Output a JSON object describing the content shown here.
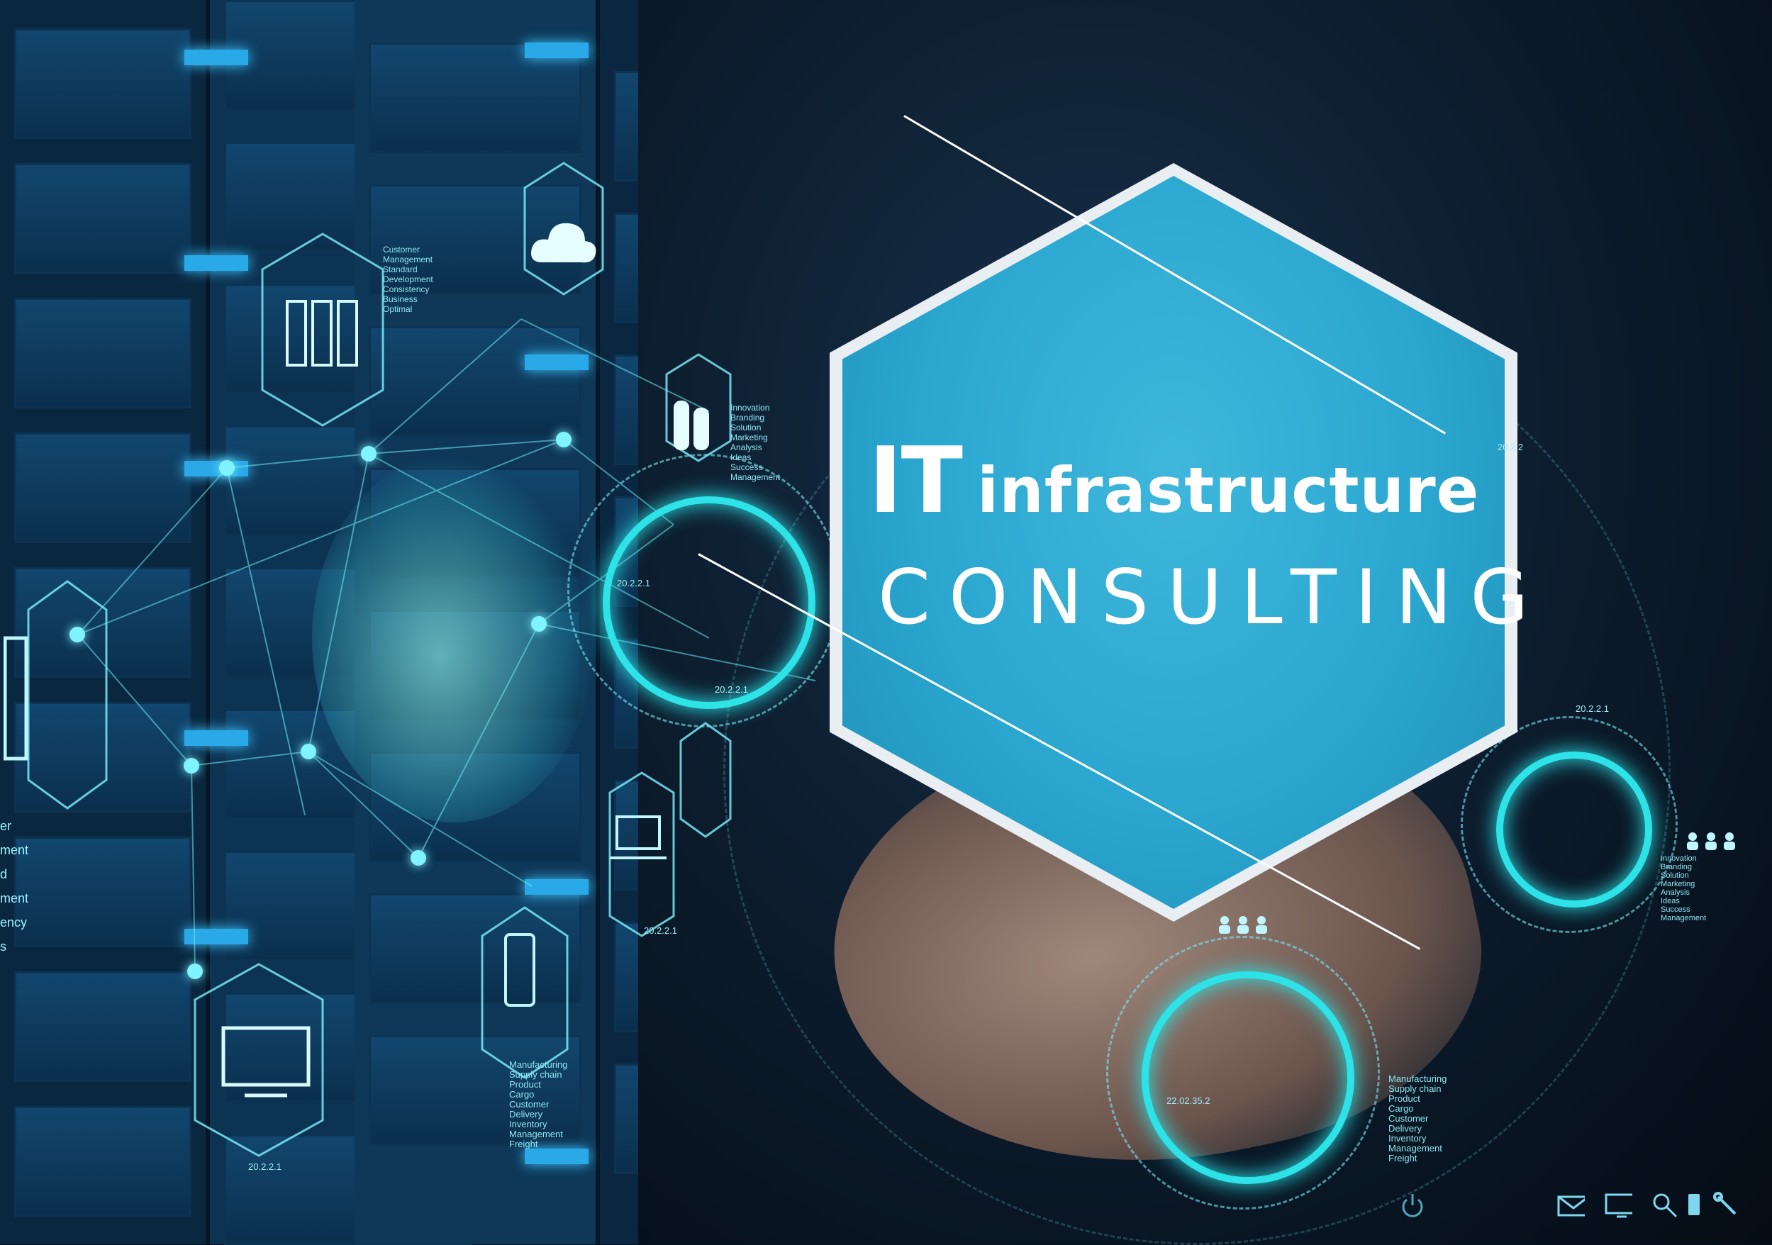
{
  "banner": {
    "title_it": "IT",
    "title_main": "infrastructure",
    "subtitle": "CONSULTING"
  },
  "labels": {
    "top_left_list": [
      "Customer",
      "Management",
      "Standard",
      "Development",
      "Consistency",
      "Business",
      "Optimal"
    ],
    "innovation_list": [
      "Innovation",
      "Branding",
      "Solution",
      "Marketing",
      "Analysis",
      "Ideas",
      "Success",
      "Management"
    ],
    "innovation_list_right": [
      "Innovation",
      "Branding",
      "Solution",
      "Marketing",
      "Analysis",
      "Ideas",
      "Success",
      "Management"
    ],
    "left_edge_list": [
      "er",
      "ment",
      "d",
      "ment",
      "ency",
      "s"
    ],
    "supply_list_left": [
      "Manufacturing",
      "Supply chain",
      "Product",
      "Cargo",
      "Customer",
      "Delivery",
      "Inventory",
      "Management",
      "Freight"
    ],
    "supply_list_right": [
      "Manufacturing",
      "Supply chain",
      "Product",
      "Cargo",
      "Customer",
      "Delivery",
      "Inventory",
      "Management",
      "Freight"
    ],
    "code_1": "20.2.2.1",
    "code_2": "20.2.2.1",
    "code_3": "20.2.2.1",
    "code_4": "20.2.2.1",
    "code_5": "20.2.2.1",
    "code_6": "22.02.35.2",
    "code_7": "20.2.2"
  },
  "icons": [
    "server-rack-icon",
    "cloud-icon",
    "database-icon",
    "monitor-icon",
    "tablet-icon",
    "laptop-icon",
    "people-group-icon",
    "mail-icon",
    "screen-icon",
    "magnifier-icon",
    "phone-icon",
    "power-icon",
    "wrench-icon"
  ],
  "colors": {
    "hex_fill": "#2aa6cf",
    "glow": "#2de3e8",
    "text": "#ffffff",
    "background": "#06121e"
  }
}
